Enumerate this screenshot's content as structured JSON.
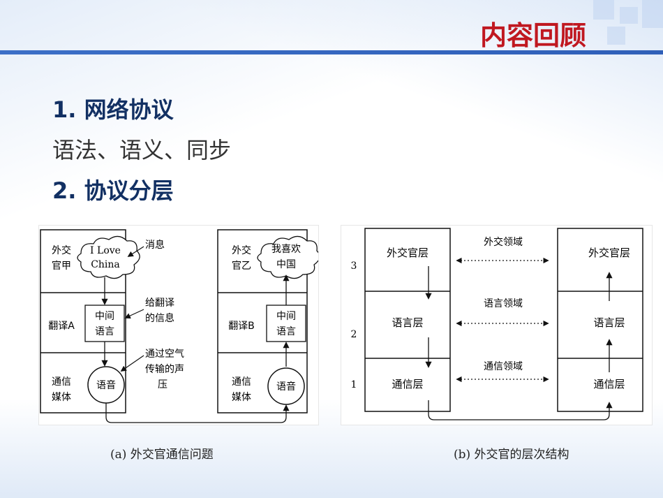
{
  "header": {
    "title": "内容回顾"
  },
  "outline": {
    "item1": "1. 网络协议",
    "item2": "语法、语义、同步",
    "item3": "2. 协议分层"
  },
  "diagram_a": {
    "left_top": [
      "外交",
      "官甲"
    ],
    "left_cloud": [
      "I Love",
      "China"
    ],
    "left_mid": "翻译A",
    "left_box": [
      "中间",
      "语言"
    ],
    "left_bottom": [
      "通信",
      "媒体"
    ],
    "left_circle": "语音",
    "note_msg": "消息",
    "note_translate": [
      "给翻译",
      "的信息"
    ],
    "note_air": [
      "通过空气",
      "传输的声",
      "压"
    ],
    "right_top": [
      "外交",
      "官乙"
    ],
    "right_cloud": [
      "我喜欢",
      "中国"
    ],
    "right_mid": "翻译B",
    "right_box": [
      "中间",
      "语言"
    ],
    "right_bottom": [
      "通信",
      "媒体"
    ],
    "right_circle": "语音",
    "caption": "(a)  外交官通信问题"
  },
  "diagram_b": {
    "layer_numbers": [
      "3",
      "2",
      "1"
    ],
    "left_layers": [
      "外交官层",
      "语言层",
      "通信层"
    ],
    "right_layers": [
      "外交官层",
      "语言层",
      "通信层"
    ],
    "domains": [
      "外交领域",
      "语言领域",
      "通信领域"
    ],
    "caption": "(b)  外交官的层次结构"
  }
}
